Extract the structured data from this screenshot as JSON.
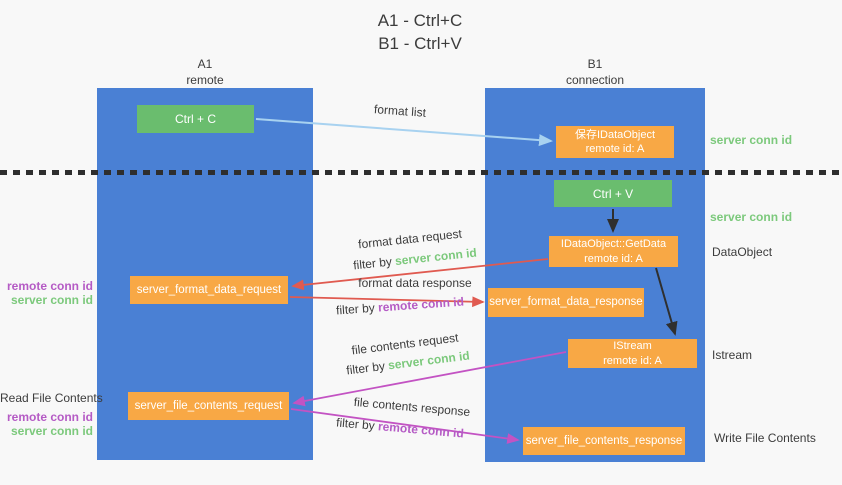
{
  "title": {
    "line1": "A1 - Ctrl+C",
    "line2": "B1 - Ctrl+V"
  },
  "lanes": {
    "left": {
      "name": "A1",
      "subtitle": "remote"
    },
    "right": {
      "name": "B1",
      "subtitle": "connection"
    }
  },
  "nodes": {
    "ctrl_c": {
      "label": "Ctrl + C"
    },
    "save_idataobject": {
      "line1": "保存IDataObject",
      "line2": "remote id: A"
    },
    "ctrl_v": {
      "label": "Ctrl + V"
    },
    "getdata": {
      "line1": "IDataObject::GetData",
      "line2": "remote id: A"
    },
    "server_format_data_request": {
      "label": "server_format_data_request"
    },
    "server_format_data_response": {
      "label": "server_format_data_response"
    },
    "istream": {
      "line1": "IStream",
      "line2": "remote id: A"
    },
    "server_file_contents_request": {
      "label": "server_file_contents_request"
    },
    "server_file_contents_response": {
      "label": "server_file_contents_response"
    }
  },
  "arrow_labels": {
    "format_list": "format list",
    "format_data_request": "format data request",
    "format_data_request_filter_prefix": "filter by ",
    "format_data_request_filter_key": "server conn id",
    "format_data_response": "format data response",
    "format_data_response_filter_prefix": "filter by ",
    "format_data_response_filter_key": "remote conn id",
    "file_contents_request": "file contents request",
    "file_contents_request_filter_prefix": "filter by ",
    "file_contents_request_filter_key": "server conn id",
    "file_contents_response": "file contents response",
    "file_contents_response_filter_prefix": "filter by ",
    "file_contents_response_filter_key": "remote conn id"
  },
  "side_labels": {
    "right_server_conn_id_1": "server conn id",
    "right_server_conn_id_2": "server conn id",
    "right_dataobject": "DataObject",
    "right_istream": "Istream",
    "right_write_file": "Write File Contents",
    "left_remote_conn_id_1": "remote conn id",
    "left_server_conn_id_1": "server conn id",
    "left_read_file": "Read File Contents",
    "left_remote_conn_id_2": "remote conn id",
    "left_server_conn_id_2": "server conn id"
  },
  "colors": {
    "lane_blue": "#4a80d4",
    "node_green": "#6abd6e",
    "node_orange": "#f8a845",
    "arrow_red": "#e05a50",
    "arrow_magenta": "#c353c3",
    "arrow_blue": "#a8d2f0",
    "arrow_black": "#2f2f2f",
    "label_green": "#7cc97c",
    "label_purple": "#b55bc5",
    "text_dark": "#3c3c3c",
    "background": "#f8f8f8"
  }
}
